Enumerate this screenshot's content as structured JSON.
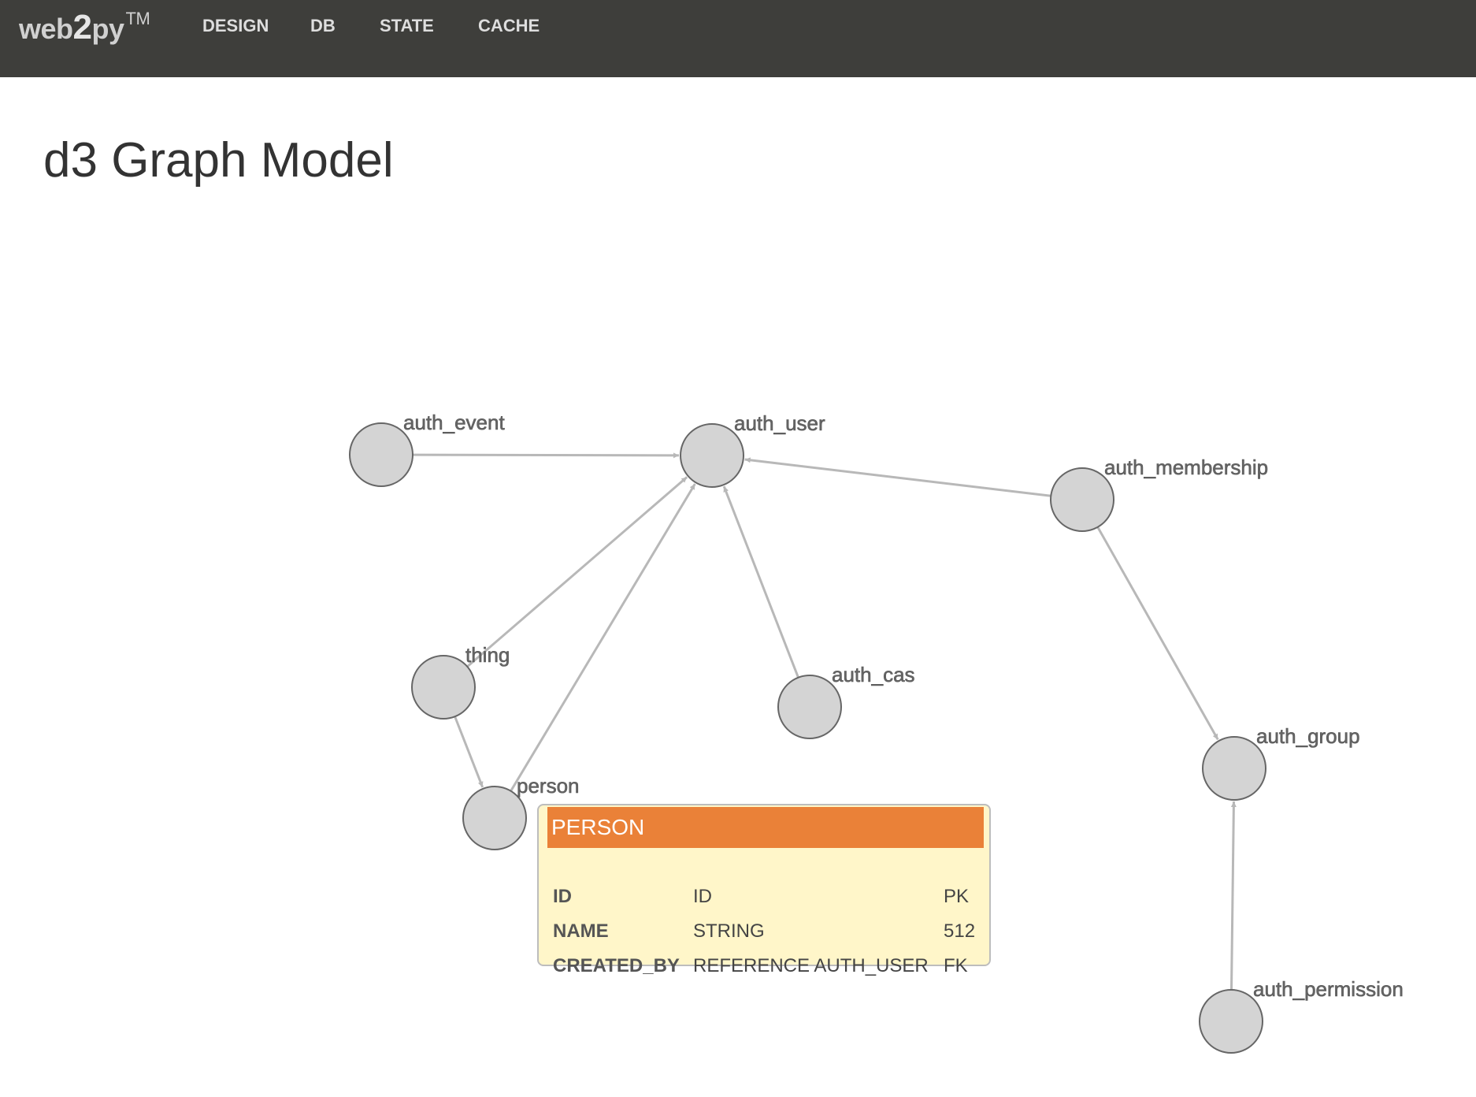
{
  "brand": {
    "prefix": "web",
    "two": "2",
    "suffix": "py",
    "tm": "TM"
  },
  "nav": [
    "DESIGN",
    "DB",
    "STATE",
    "CACHE"
  ],
  "page_title": "d3 Graph Model",
  "graph": {
    "nodes": [
      {
        "id": "auth_event",
        "label": "auth_event"
      },
      {
        "id": "auth_user",
        "label": "auth_user"
      },
      {
        "id": "auth_membership",
        "label": "auth_membership"
      },
      {
        "id": "thing",
        "label": "thing"
      },
      {
        "id": "auth_cas",
        "label": "auth_cas"
      },
      {
        "id": "person",
        "label": "person"
      },
      {
        "id": "auth_group",
        "label": "auth_group"
      },
      {
        "id": "auth_permission",
        "label": "auth_permission"
      }
    ],
    "edges": [
      {
        "from": "auth_event",
        "to": "auth_user"
      },
      {
        "from": "auth_membership",
        "to": "auth_user"
      },
      {
        "from": "thing",
        "to": "auth_user"
      },
      {
        "from": "person",
        "to": "auth_user"
      },
      {
        "from": "auth_cas",
        "to": "auth_user"
      },
      {
        "from": "thing",
        "to": "person"
      },
      {
        "from": "auth_membership",
        "to": "auth_group"
      },
      {
        "from": "auth_permission",
        "to": "auth_group"
      }
    ]
  },
  "tooltip": {
    "title": "PERSON",
    "fields": [
      {
        "name": "ID",
        "type": "ID",
        "key": "PK"
      },
      {
        "name": "NAME",
        "type": "STRING",
        "key": "512"
      },
      {
        "name": "CREATED_BY",
        "type": "REFERENCE AUTH_USER",
        "key": "FK"
      }
    ]
  },
  "colors": {
    "topbar": "#3e3e3b",
    "node_fill": "#d4d4d4",
    "edge": "#b8b8b8",
    "tooltip_header": "#ea8138",
    "tooltip_body": "#fff6c9"
  }
}
